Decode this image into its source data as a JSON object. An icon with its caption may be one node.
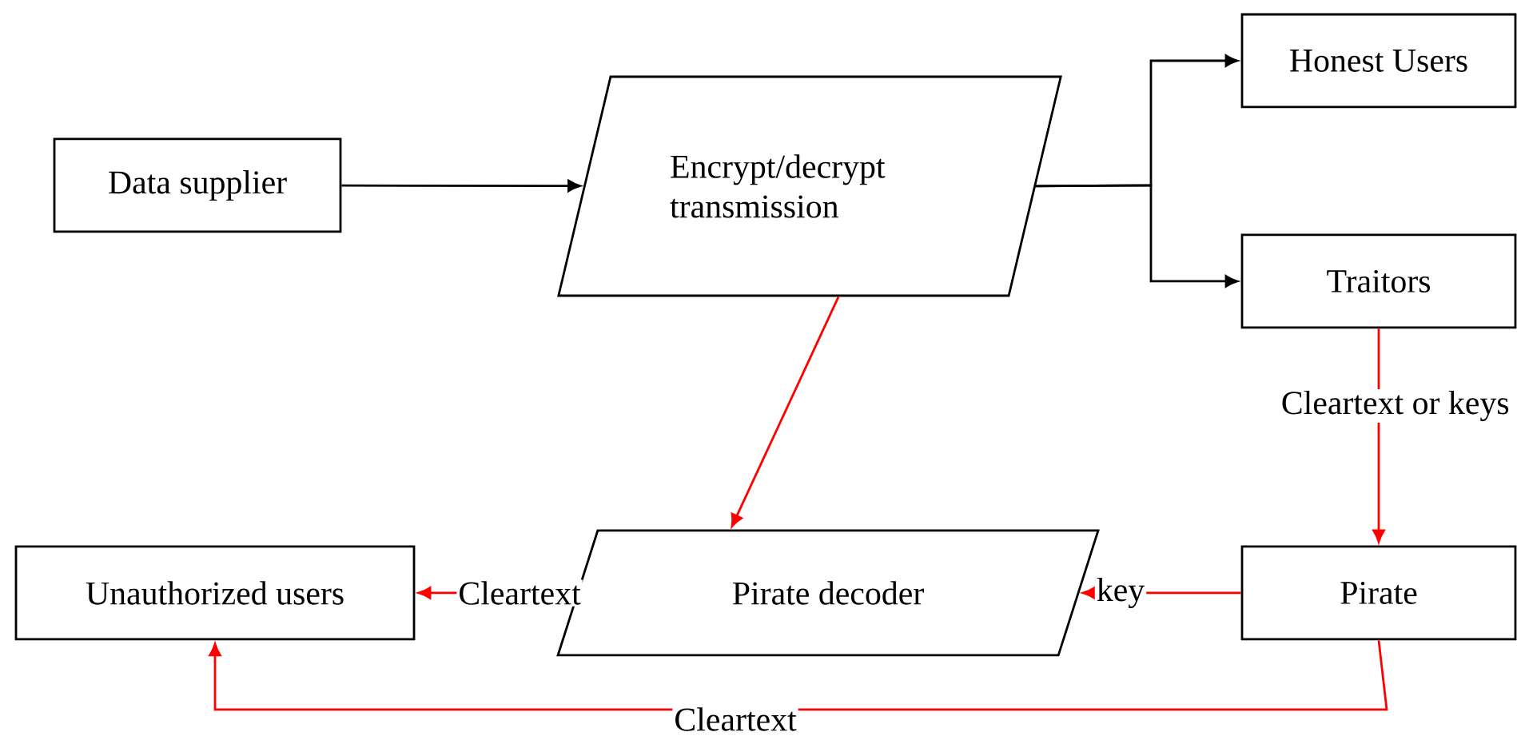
{
  "diagram": {
    "nodes": [
      {
        "text": [
          "Data supplier"
        ]
      },
      {
        "text": [
          "Encrypt/decrypt transmission"
        ]
      },
      {
        "text": [
          "Honest Users"
        ]
      },
      {
        "text": [
          "Traitors"
        ]
      },
      {
        "text": [
          "Unauthorized users"
        ]
      },
      {
        "text": [
          "Pirate decoder"
        ]
      },
      {
        "text": [
          "Pirate"
        ]
      }
    ],
    "edges": [
      {
        "from": 0,
        "to": 1,
        "arrow": "to",
        "color": "#000000"
      },
      {
        "from": 1,
        "to": 2,
        "arrow": "to",
        "color": "#000000"
      },
      {
        "from": 1,
        "to": 3,
        "arrow": "to",
        "color": "#000000"
      },
      {
        "from": 1,
        "to": 5,
        "arrow": "to"
      },
      {
        "from": 3,
        "to": 6,
        "arrow": "to",
        "label": "Cleartext or keys"
      },
      {
        "from": 6,
        "to": 5,
        "arrow": "to",
        "label": "key"
      },
      {
        "from": 5,
        "to": 4,
        "arrow": "to",
        "label": "Cleartext"
      },
      {
        "from": 6,
        "to": 4,
        "arrow": "to",
        "label": "Cleartext"
      }
    ]
  }
}
